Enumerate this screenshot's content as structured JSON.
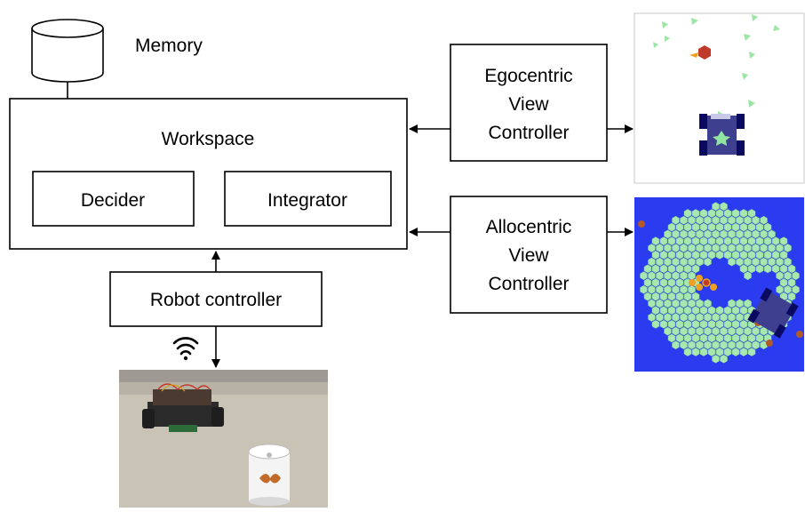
{
  "memory": {
    "label": "Memory"
  },
  "workspace": {
    "title": "Workspace",
    "decider_label": "Decider",
    "integrator_label": "Integrator"
  },
  "robot_controller": {
    "label": "Robot controller"
  },
  "egocentric": {
    "lines": [
      "Egocentric",
      "View",
      "Controller"
    ]
  },
  "allocentric": {
    "lines": [
      "Allocentric",
      "View",
      "Controller"
    ]
  },
  "colors": {
    "stroke": "#000000",
    "allocentric_bg": "#2b3cf0",
    "hex_cell": "#a8e8b0",
    "robot_body": "#3f3f8f",
    "robot_wheel": "#0a0a60",
    "orange": "#f0a020",
    "brown": "#b05a28",
    "green_marker": "#90e6a0"
  },
  "icons": [
    "wifi-icon",
    "database-icon"
  ]
}
